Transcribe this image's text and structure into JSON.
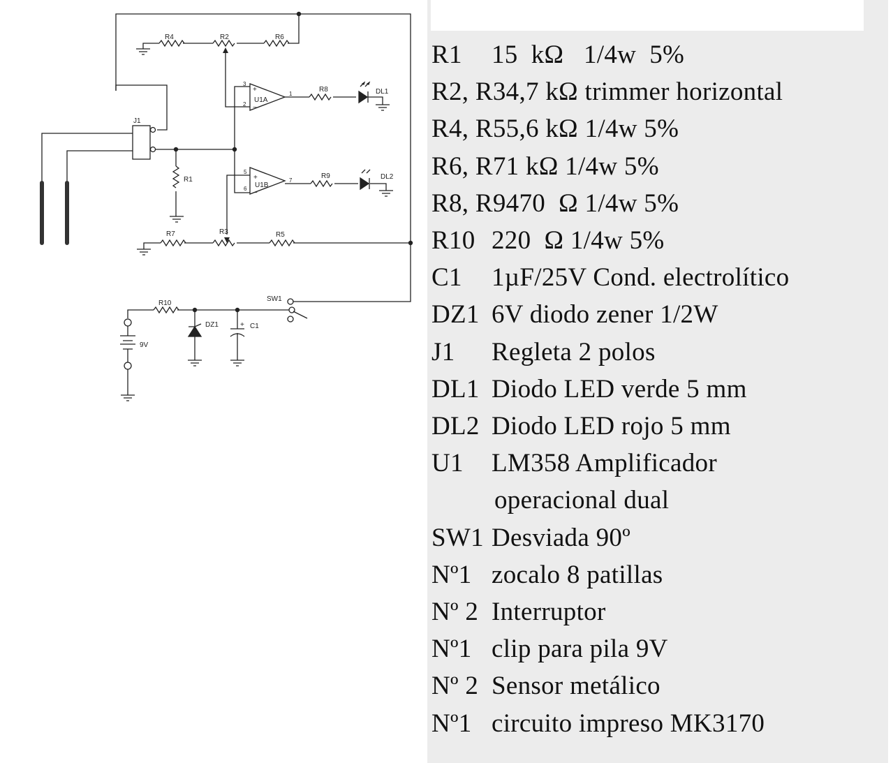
{
  "schematic": {
    "labels": {
      "R1": "R1",
      "R2": "R2",
      "R3": "R3",
      "R4": "R4",
      "R5": "R5",
      "R6": "R6",
      "R7": "R7",
      "R8": "R8",
      "R9": "R9",
      "R10": "R10",
      "U1A": "U1A",
      "U1B": "U1B",
      "DL1": "DL1",
      "DL2": "DL2",
      "J1": "J1",
      "SW1": "SW1",
      "DZ1": "DZ1",
      "C1": "C1",
      "battery": "9V"
    },
    "pins": {
      "u1a_in_plus": "3",
      "u1a_in_minus": "2",
      "u1a_out": "1",
      "u1b_in_plus": "5",
      "u1b_in_minus": "6",
      "u1b_out": "7"
    },
    "symbols": {
      "plus": "+",
      "minus": "−"
    }
  },
  "parts_list": [
    {
      "ref": "R1",
      "desc": "15  kΩ   1/4w  5%"
    },
    {
      "ref": "R2, R3",
      "desc": "4,7 kΩ trimmer horizontal"
    },
    {
      "ref": "R4, R5",
      "desc": "5,6 kΩ 1/4w 5%"
    },
    {
      "ref": "R6, R7",
      "desc": "1 kΩ 1/4w 5%"
    },
    {
      "ref": "R8, R9",
      "desc": "470  Ω 1/4w 5%"
    },
    {
      "ref": "R10",
      "desc": "220  Ω 1/4w 5%"
    },
    {
      "ref": "C1",
      "desc": "1µF/25V Cond. electrolítico"
    },
    {
      "ref": "DZ1",
      "desc": "6V diodo zener 1/2W"
    },
    {
      "ref": "J1",
      "desc": "Regleta 2 polos"
    },
    {
      "ref": "DL1",
      "desc": "Diodo LED verde 5 mm"
    },
    {
      "ref": "DL2",
      "desc": "Diodo LED rojo 5 mm"
    },
    {
      "ref": "U1",
      "desc": "LM358 Amplificador"
    },
    {
      "ref": "",
      "desc": "operacional dual",
      "continuation": true
    },
    {
      "ref": "SW1",
      "desc": "Desviada 90º"
    },
    {
      "ref": "Nº1",
      "desc": "zocalo 8 patillas"
    },
    {
      "ref": "Nº 2",
      "desc": "Interruptor"
    },
    {
      "ref": "Nº1",
      "desc": "clip para pila 9V"
    },
    {
      "ref": "Nº 2",
      "desc": "Sensor metálico"
    },
    {
      "ref": "Nº1",
      "desc": "circuito impreso MK3170"
    }
  ]
}
